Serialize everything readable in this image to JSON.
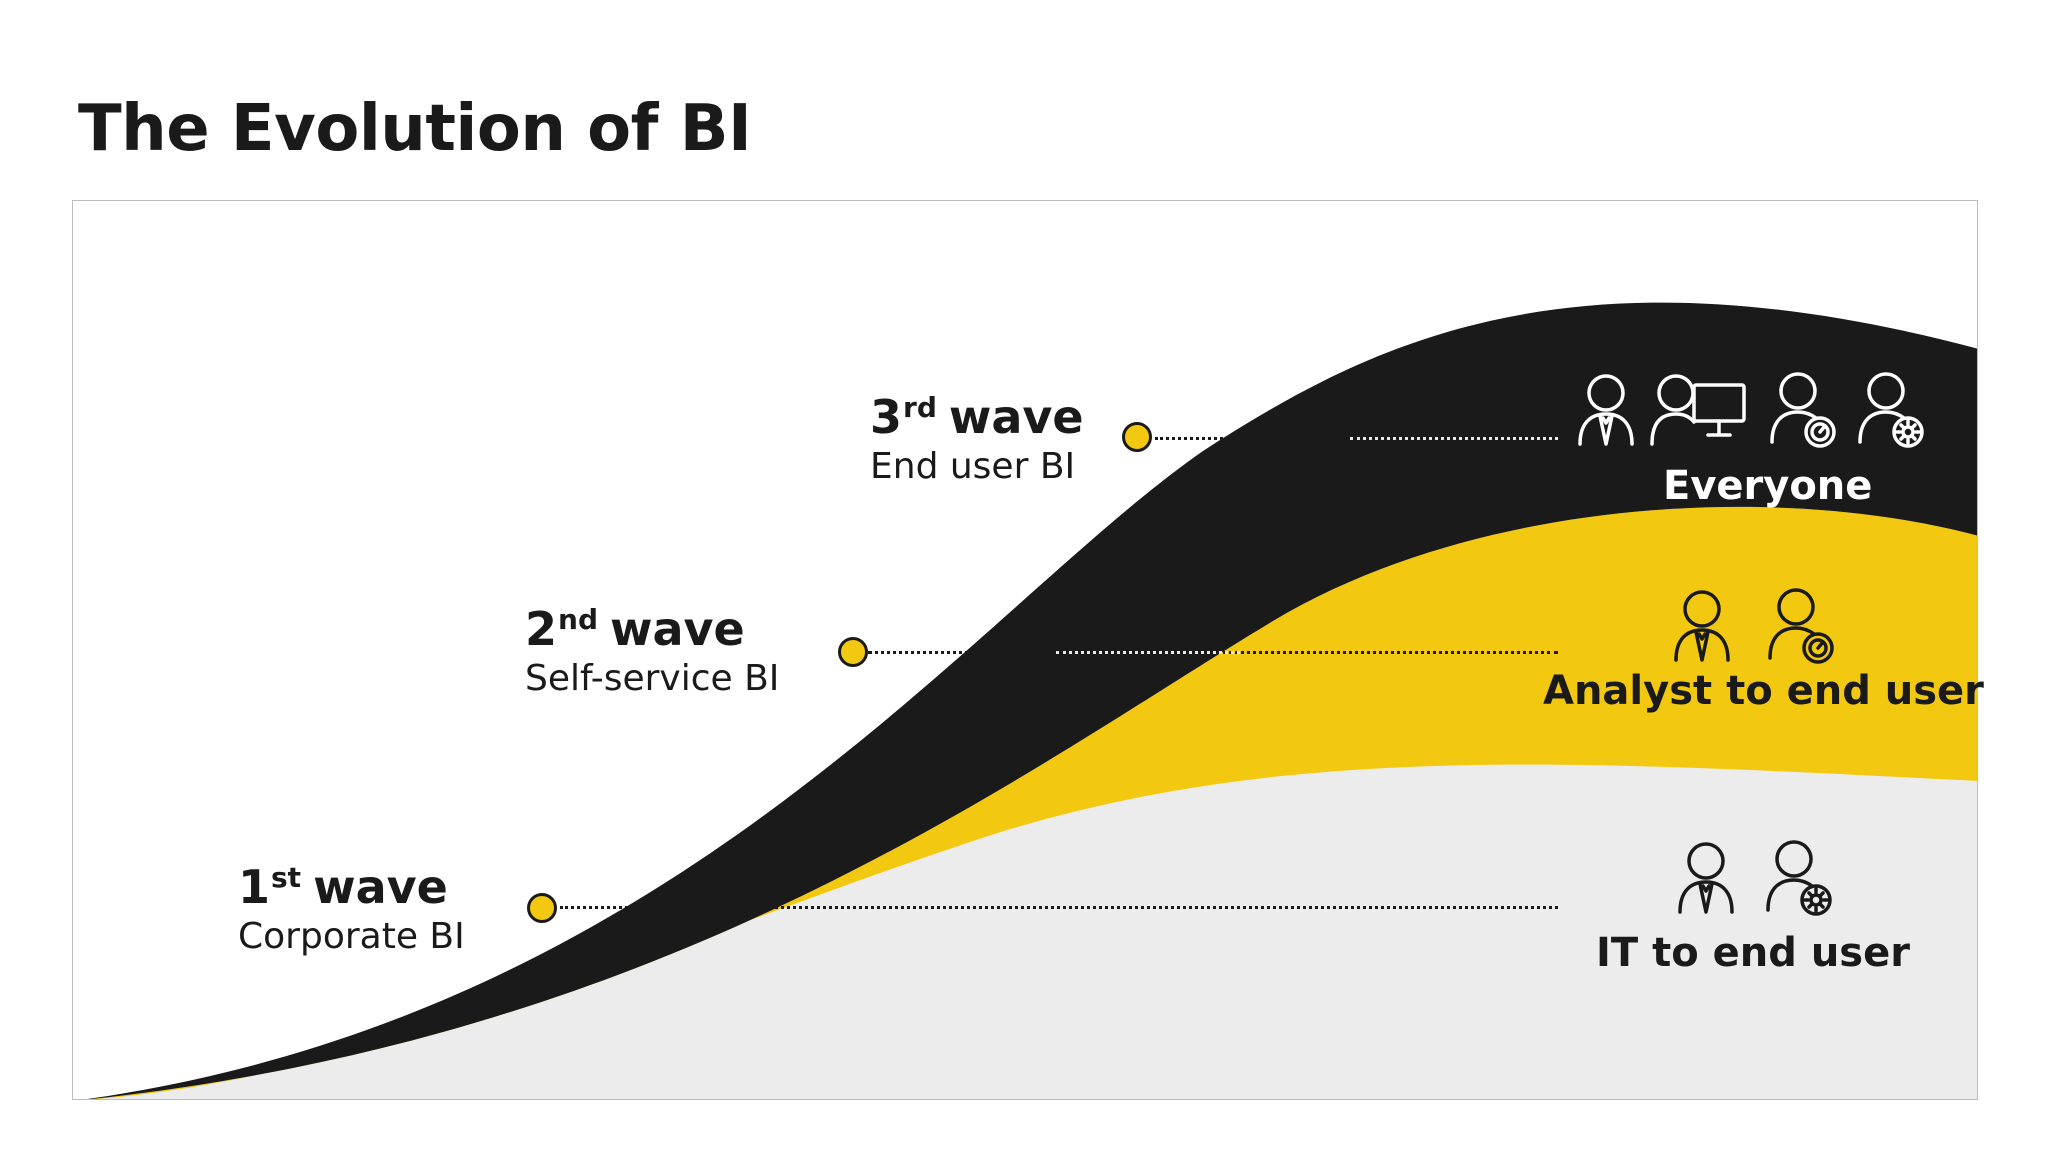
{
  "title": "The Evolution of BI",
  "colors": {
    "black_band": "#1a1a1a",
    "yellow_band": "#f2c811",
    "grey_band": "#ececec",
    "marker": "#f2c811"
  },
  "waves": [
    {
      "number": "1",
      "ordinal_suffix": "st",
      "word": "wave",
      "subtitle": "Corporate BI",
      "audience": "IT to end user",
      "icons": [
        "business-user-icon",
        "it-admin-icon"
      ]
    },
    {
      "number": "2",
      "ordinal_suffix": "nd",
      "word": "wave",
      "subtitle": "Self-service BI",
      "audience": "Analyst to end user",
      "icons": [
        "business-user-icon",
        "analyst-icon"
      ]
    },
    {
      "number": "3",
      "ordinal_suffix": "rd",
      "word": "wave",
      "subtitle": "End user BI",
      "audience": "Everyone",
      "icons": [
        "business-user-icon",
        "desktop-user-icon",
        "analyst-icon",
        "it-admin-icon"
      ]
    }
  ]
}
